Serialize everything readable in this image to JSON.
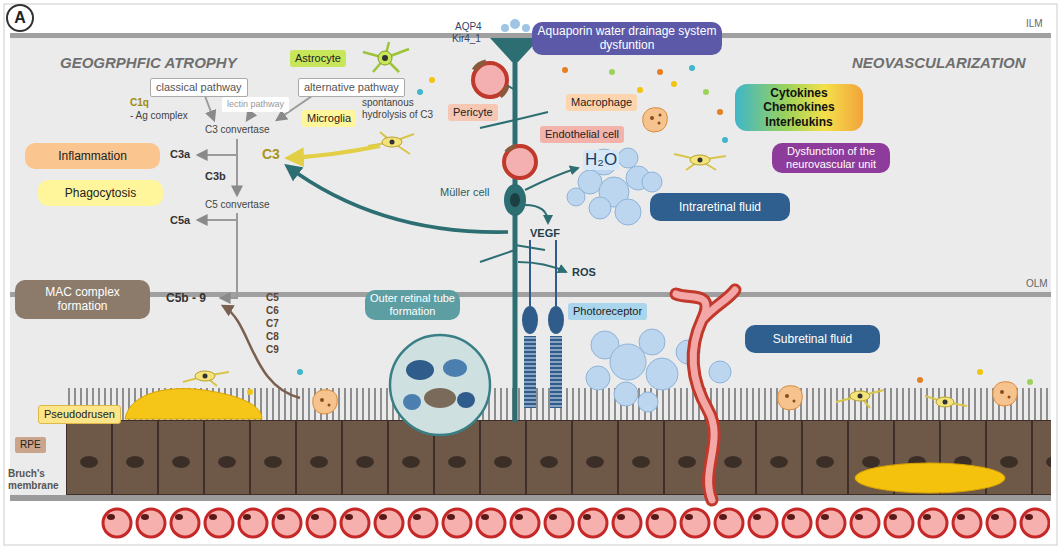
{
  "diagram": {
    "nodes": [
      {
        "text": [
          "Aquaporin water drainage system dysfuntion"
        ]
      },
      {
        "text": [
          "Astrocyte"
        ]
      },
      {
        "text": [
          "classical pathway"
        ]
      },
      {
        "text": [
          "alternative pathway"
        ]
      },
      {
        "text": [
          "lectin pathway"
        ]
      },
      {
        "text": [
          "Cytokines Chemokines Interleukins"
        ]
      },
      {
        "text": [
          "Macrophage"
        ]
      },
      {
        "text": [
          "Microglia"
        ]
      },
      {
        "text": [
          "Pericyte"
        ]
      },
      {
        "text": [
          "Endothelial cell"
        ]
      },
      {
        "text": [
          "Inflammation"
        ]
      },
      {
        "text": [
          "Dysfunction of the neurovascular unit"
        ]
      },
      {
        "text": [
          "Phagocytosis"
        ]
      },
      {
        "text": [
          "Intraretinal fluid"
        ]
      },
      {
        "text": [
          "MAC complex formation"
        ]
      },
      {
        "text": [
          "Outer retinal tube formation"
        ]
      },
      {
        "text": [
          "Photoreceptor"
        ]
      },
      {
        "text": [
          "Subretinal fluid"
        ]
      },
      {
        "text": [
          "Pseudodrusen"
        ]
      },
      {
        "text": [
          "RPE"
        ]
      }
    ],
    "labels": [
      "A",
      "ILM",
      "GEOGRPHFIC ATROPHY",
      "NEOVASCULARIZATION",
      "AQP4",
      "Kir4_1",
      "C1q",
      "- Ag complex",
      "spontanous hydrolysis of C3",
      "C3 convertase",
      "C3a",
      "C3",
      "C3b",
      "Müller cell",
      "H₂O",
      "C5 convertase",
      "C5a",
      "VEGF",
      "ROS",
      "OLM",
      "C5b - 9",
      "C5",
      "C6",
      "C7",
      "C8",
      "C9",
      "Bruch's membrane"
    ]
  }
}
